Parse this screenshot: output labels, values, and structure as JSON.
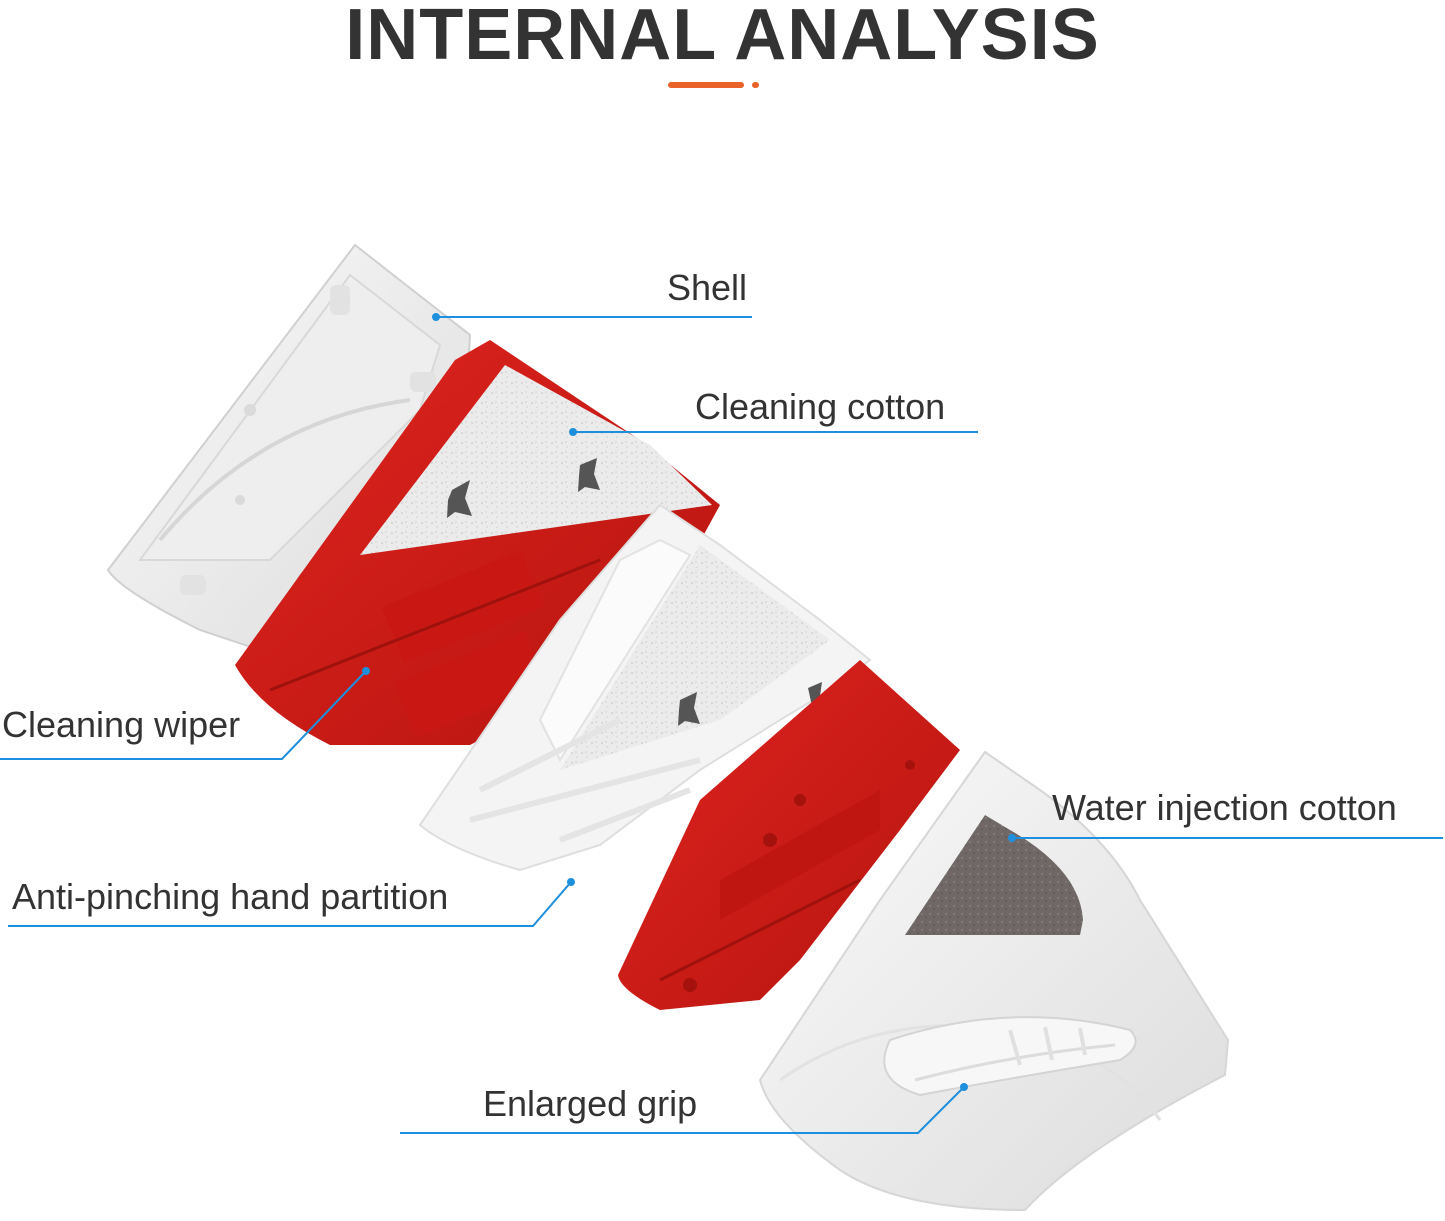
{
  "title": "INTERNAL ANALYSIS",
  "colors": {
    "title_text": "#333333",
    "accent": "#e8622a",
    "leader_line": "#1e8fdc",
    "part_red": "#d8201e",
    "part_white": "#f2f2f2",
    "felt": "#e8e8e8",
    "water_cotton": "#6f6866"
  },
  "labels": {
    "shell": "Shell",
    "cleaning_cotton": "Cleaning cotton",
    "cleaning_wiper": "Cleaning wiper",
    "anti_pinching": "Anti-pinching hand partition",
    "water_injection": "Water injection cotton",
    "enlarged_grip": "Enlarged grip"
  }
}
